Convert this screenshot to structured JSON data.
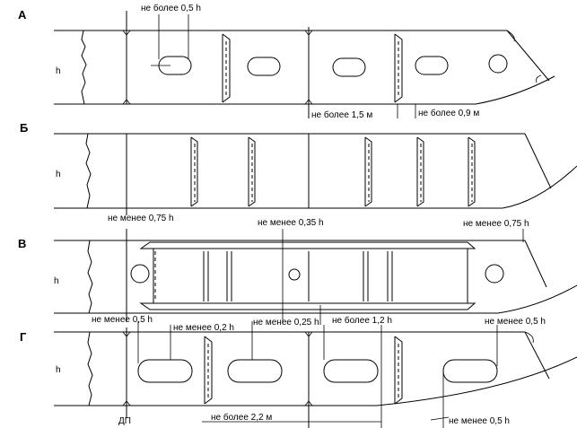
{
  "sections": [
    {
      "letter": "А",
      "h": "h",
      "labels": [
        "не более 0,5 h",
        "не более 1,5 м",
        "не более 0,9 м"
      ]
    },
    {
      "letter": "Б",
      "h": "h",
      "labels": [
        "не менее 0,75 h",
        "не менее 0,35 h",
        "не менее 0,75 h"
      ]
    },
    {
      "letter": "В",
      "h": "h",
      "labels": [
        "не менее 0,5 h",
        "не менее 0,2 h",
        "не менее 0,25 h",
        "не более 1,2 h",
        "не менее 0,5 h"
      ]
    },
    {
      "letter": "Г",
      "h": "h",
      "labels": [
        "ДП",
        "не более 2,2 м",
        "не менее 0,5 h"
      ]
    }
  ]
}
